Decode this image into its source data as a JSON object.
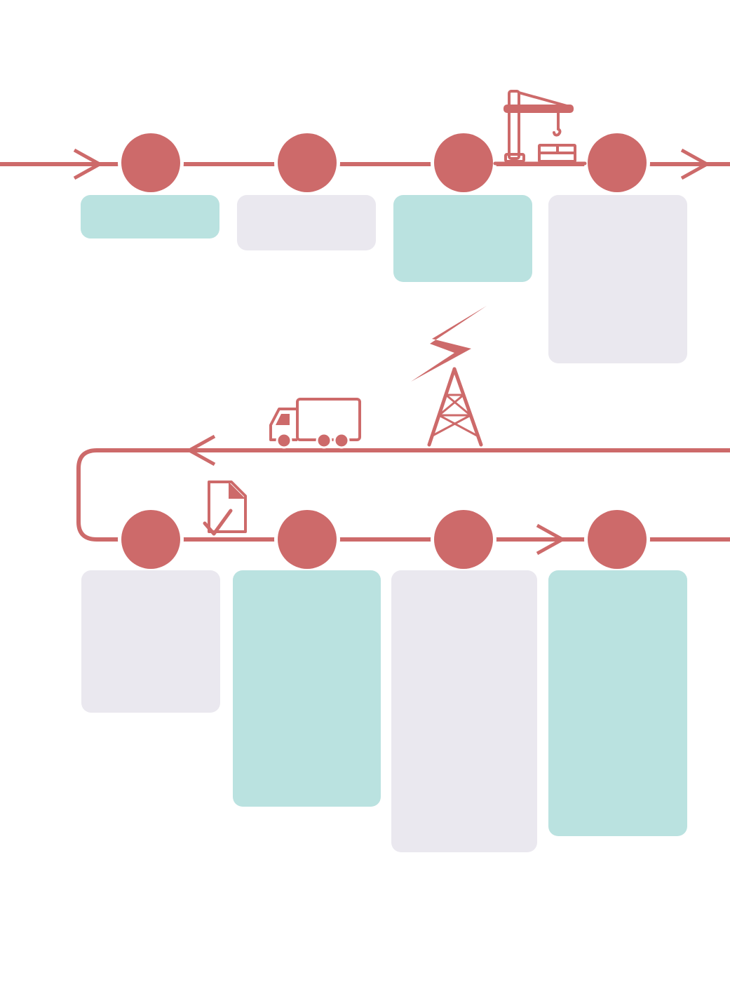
{
  "colors": {
    "line": "#cd6a6a",
    "node": "#cd6a6a",
    "box_teal": "#bae2e0",
    "box_grey": "#eae8ef",
    "background": "#ffffff"
  },
  "row1": {
    "nodes": [
      {
        "id": "n1"
      },
      {
        "id": "n2"
      },
      {
        "id": "n3"
      },
      {
        "id": "n4"
      }
    ],
    "boxes": [
      {
        "id": "b1",
        "fill": "teal",
        "text": ""
      },
      {
        "id": "b2",
        "fill": "grey",
        "text": ""
      },
      {
        "id": "b3",
        "fill": "teal",
        "text": ""
      },
      {
        "id": "b4",
        "fill": "grey",
        "text": ""
      }
    ]
  },
  "row2": {
    "nodes": [
      {
        "id": "n5"
      },
      {
        "id": "n6"
      },
      {
        "id": "n7"
      },
      {
        "id": "n8"
      }
    ],
    "boxes": [
      {
        "id": "b5",
        "fill": "grey",
        "text": ""
      },
      {
        "id": "b6",
        "fill": "teal",
        "text": ""
      },
      {
        "id": "b7",
        "fill": "grey",
        "text": ""
      },
      {
        "id": "b8",
        "fill": "teal",
        "text": ""
      }
    ]
  },
  "icons": [
    "crane-icon",
    "lightning-icon",
    "transmission-tower-icon",
    "truck-icon",
    "document-check-icon"
  ]
}
